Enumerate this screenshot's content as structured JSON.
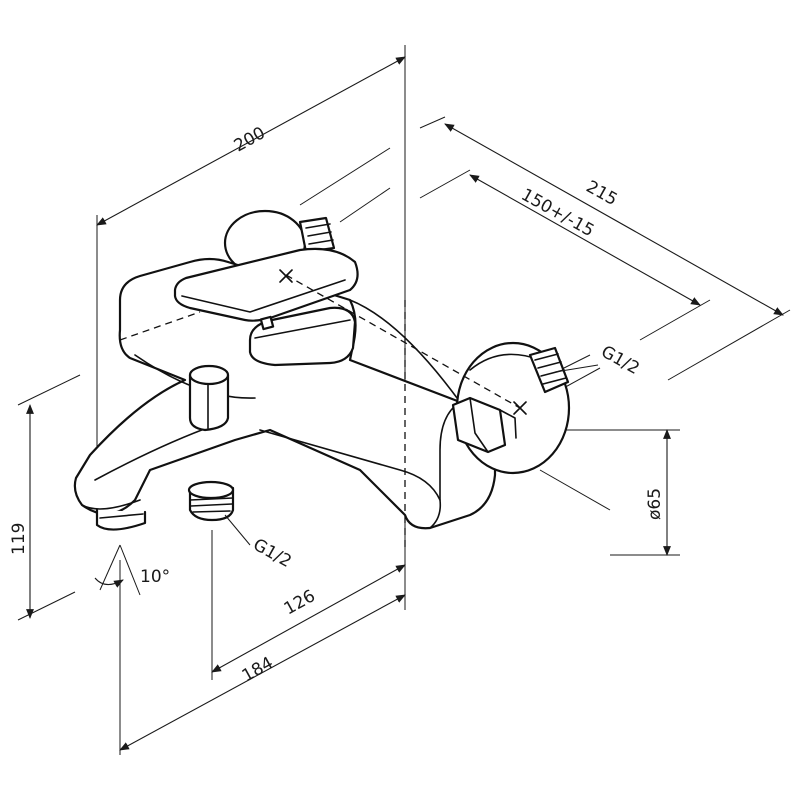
{
  "dimensions": {
    "width_overall": "200",
    "depth_overall": "215",
    "center_distance": "150+/-15",
    "height": "119",
    "outlet_to_wall": "126",
    "outlet_spout_reach": "184",
    "flange_diameter": "ø65",
    "angle": "10°",
    "thread_wall": "G1/2",
    "thread_outlet": "G1/2"
  },
  "colors": {
    "line": "#111111",
    "background": "#ffffff"
  }
}
